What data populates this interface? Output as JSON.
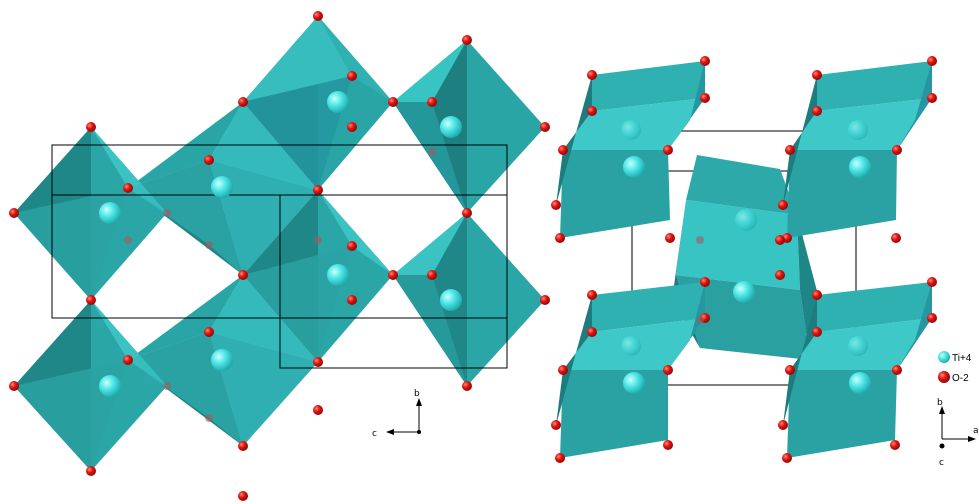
{
  "left_view": {
    "axes": {
      "vertical": "b",
      "horizontal": "c"
    }
  },
  "right_view": {
    "axes": {
      "vertical": "b",
      "horizontal": "a",
      "depth": "c"
    }
  },
  "legend": {
    "items": [
      {
        "label": "Ti+4",
        "color": "#2fc9cb"
      },
      {
        "label": "O-2",
        "color": "#d9100f"
      }
    ]
  },
  "colors": {
    "polyhedron": "#29a3a4",
    "polyhedron_light": "#39c6c4",
    "polyhedron_dark": "#1c7a7b",
    "cation": "#48e0e0",
    "anion": "#d9100f",
    "cell": "#000000"
  }
}
